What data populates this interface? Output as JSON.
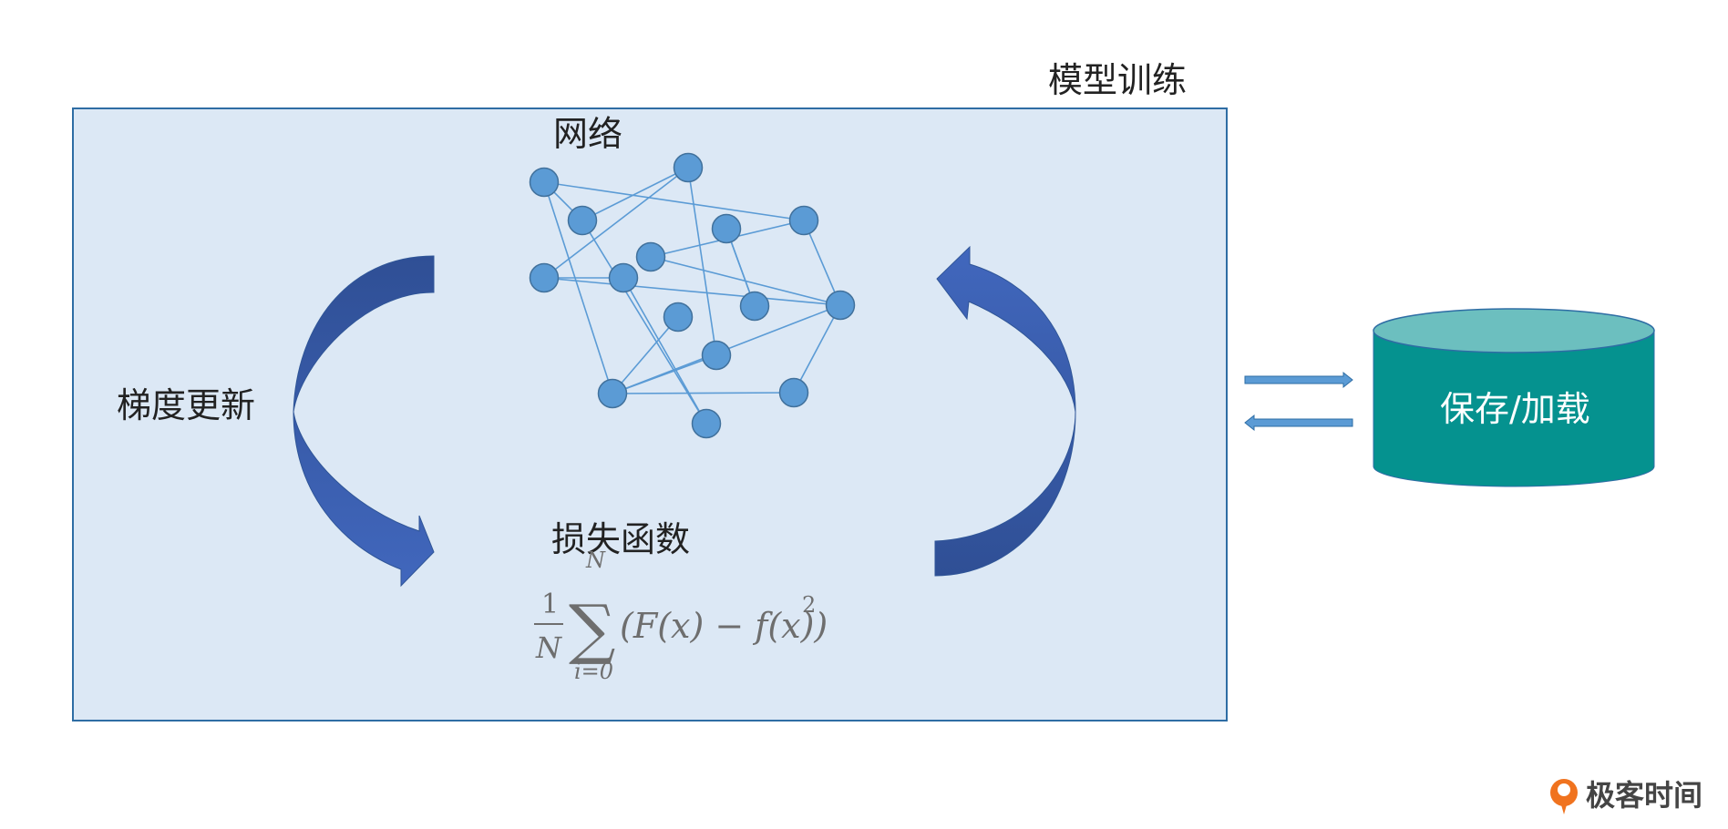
{
  "labels": {
    "training": "模型训练",
    "network": "网络",
    "gradient": "梯度更新",
    "loss": "损失函数",
    "storage": "保存/加载"
  },
  "formula": {
    "numerator": "1",
    "denominator": "N",
    "sum_upper": "N",
    "sum_lower": "i=0",
    "body": "(F(x) − f(x))",
    "exponent": "2"
  },
  "brand": {
    "name": "极客时间"
  },
  "colors": {
    "panel_fill": "#dce8f5",
    "panel_border": "#2e6da4",
    "node_fill": "#5b9bd5",
    "edge": "#5b9bd5",
    "arrow": "#3a5ea8",
    "cylinder_body": "#05928f",
    "cylinder_top": "#6cbfbf",
    "brand_orange": "#f0731f"
  }
}
